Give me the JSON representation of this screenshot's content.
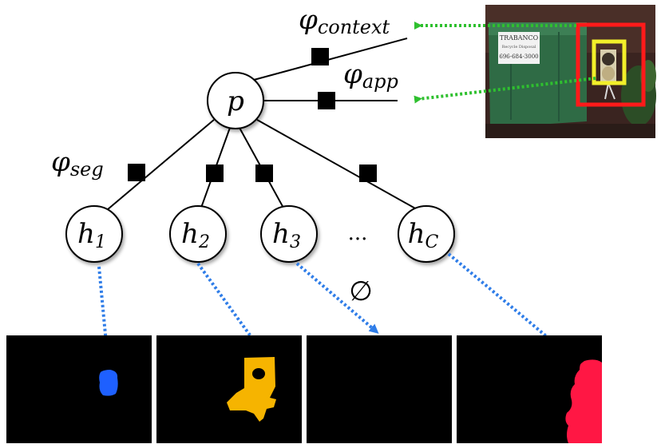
{
  "nodes": {
    "root": {
      "symbol": "p"
    },
    "hypotheses": [
      {
        "base": "h",
        "subscript": "1"
      },
      {
        "base": "h",
        "subscript": "2"
      },
      {
        "base": "h",
        "subscript": "3"
      },
      {
        "base": "h",
        "subscript": "C"
      }
    ],
    "ellipsis": "..."
  },
  "factors": {
    "context": {
      "base": "φ",
      "subscript": "context"
    },
    "app": {
      "base": "φ",
      "subscript": "app"
    },
    "seg": {
      "base": "φ",
      "subscript": "seg"
    }
  },
  "empty_set_symbol": "∅",
  "photo": {
    "sign_text": [
      "TRABANCO",
      "Recycle Disposal",
      "696-684-3000"
    ],
    "box_colors": {
      "context_box": "#ff1a1a",
      "object_box": "#f2ef2a"
    }
  },
  "masks": [
    {
      "color": "#1e60ff"
    },
    {
      "color": "#f6b400"
    },
    {
      "color": ""
    },
    {
      "color": "#ff1744"
    }
  ],
  "arrow_colors": {
    "factor_arrows": "#2fc02f",
    "mask_arrows": "#2f7de8"
  }
}
